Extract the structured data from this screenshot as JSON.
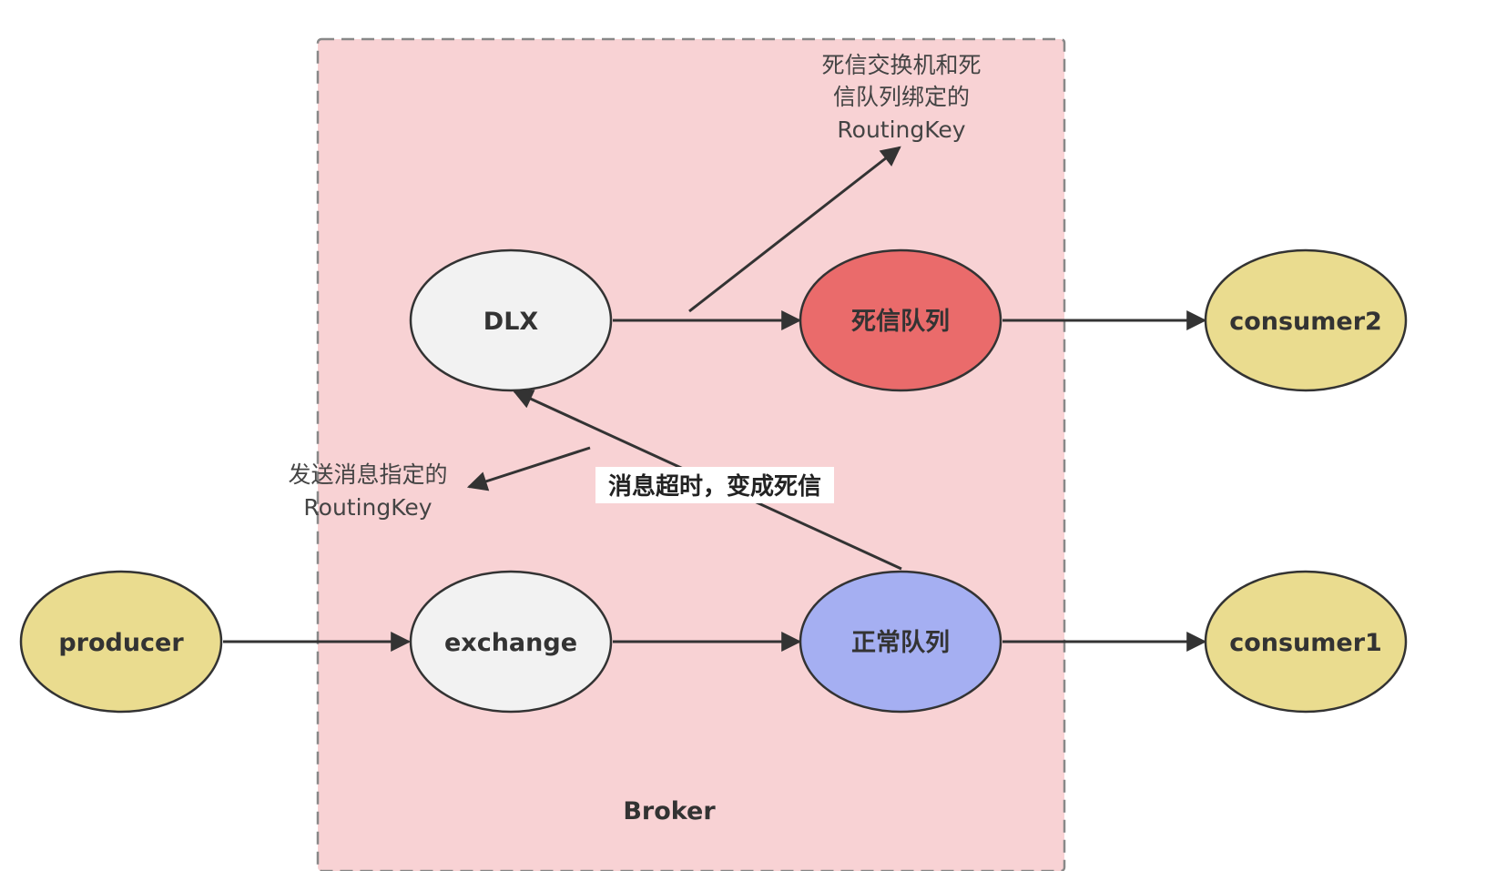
{
  "colors": {
    "broker_fill": "#f8d2d4",
    "broker_border": "#888888",
    "producer_consumer_fill": "#eadc8f",
    "exchange_fill": "#f2f2f2",
    "dead_queue_fill": "#ea6b6b",
    "normal_queue_fill": "#a5aff2",
    "line": "#333333"
  },
  "broker": {
    "label": "Broker"
  },
  "nodes": {
    "producer": {
      "label": "producer",
      "icon": "ellipse"
    },
    "exchange": {
      "label": "exchange",
      "icon": "ellipse"
    },
    "normal_queue": {
      "label": "正常队列",
      "icon": "ellipse"
    },
    "consumer1": {
      "label": "consumer1",
      "icon": "ellipse"
    },
    "dlx": {
      "label": "DLX",
      "icon": "ellipse"
    },
    "dead_queue": {
      "label": "死信队列",
      "icon": "ellipse"
    },
    "consumer2": {
      "label": "consumer2",
      "icon": "ellipse"
    }
  },
  "annotations": {
    "dlx_routing_key": {
      "lines": [
        "死信交换机和死",
        "信队列绑定的",
        "RoutingKey"
      ]
    },
    "send_routing_key": {
      "lines": [
        "发送消息指定的",
        "RoutingKey"
      ]
    }
  },
  "edge_labels": {
    "timeout": "消息超时，变成死信"
  }
}
